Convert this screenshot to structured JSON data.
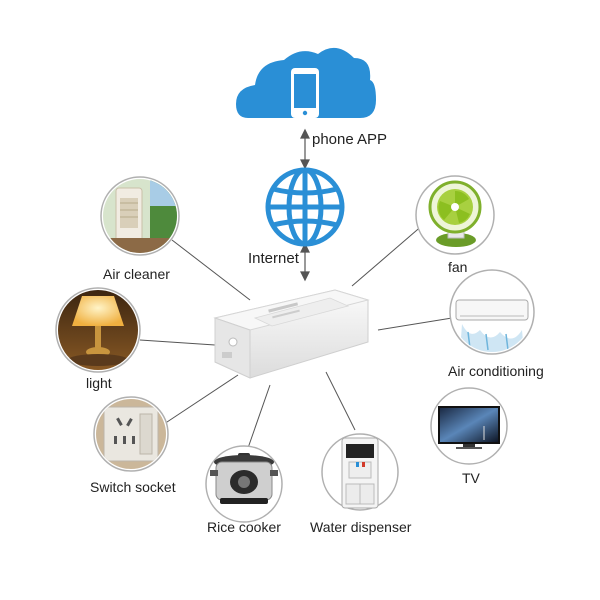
{
  "labels": {
    "phone_app": "phone APP",
    "internet": "Internet",
    "air_cleaner": "Air cleaner",
    "light": "light",
    "switch_socket": "Switch socket",
    "rice_cooker": "Rice cooker",
    "water_dispenser": "Water dispenser",
    "tv": "TV",
    "air_conditioning": "Air conditioning",
    "fan": "fan"
  },
  "colors": {
    "cloud": "#2a8fd6",
    "globe": "#2a8fd6",
    "circle_border": "#b0b0b0",
    "line": "#555555"
  },
  "icons": {
    "cloud": "cloud-icon",
    "phone": "smartphone-icon",
    "globe": "globe-icon",
    "switch": "smart-switch-module"
  }
}
